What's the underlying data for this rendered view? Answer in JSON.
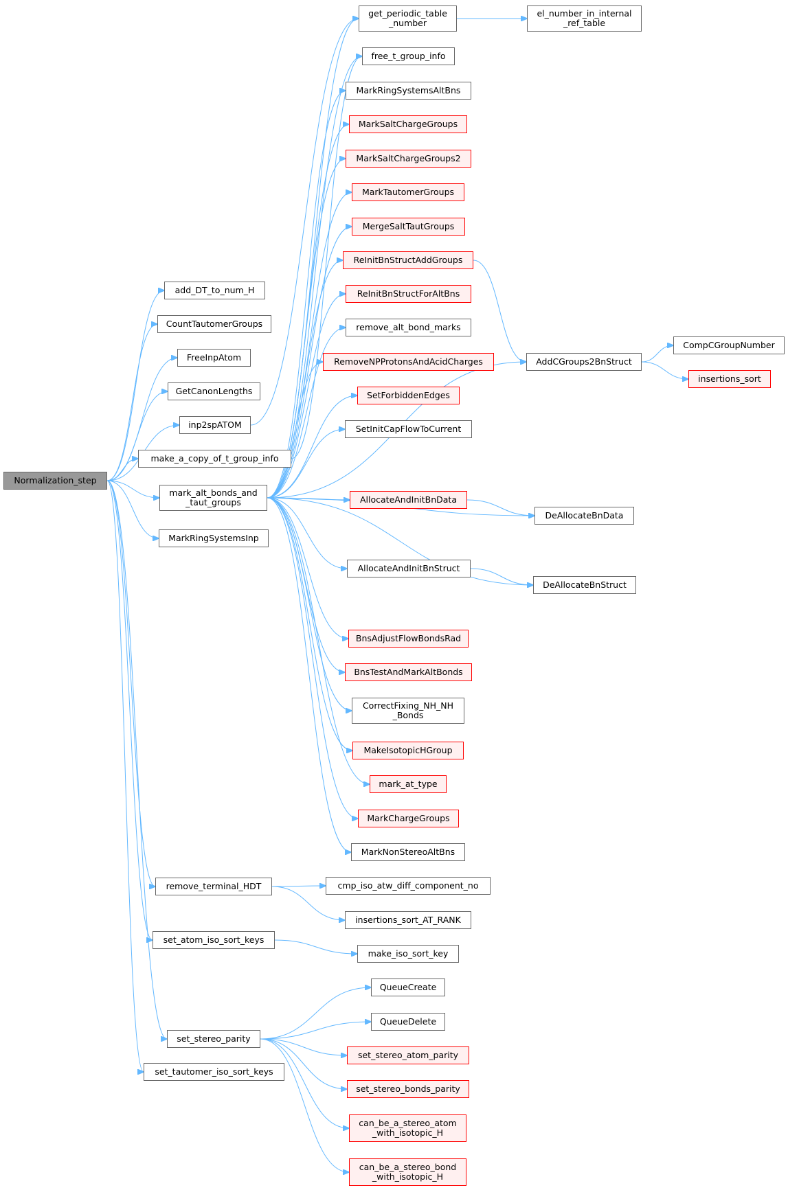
{
  "diagram": {
    "type": "call-graph",
    "colors": {
      "edge": "#63b8ff",
      "node_border": "#666666",
      "truncated_border": "#ff0000",
      "truncated_fill": "#fff0f0",
      "root_fill": "#999999"
    },
    "nodes": [
      {
        "id": "root",
        "label": "Normalization_step",
        "kind": "root"
      },
      {
        "id": "add_dt",
        "label": "add_DT_to_num_H",
        "kind": "normal"
      },
      {
        "id": "count_taut",
        "label": "CountTautomerGroups",
        "kind": "normal"
      },
      {
        "id": "free_inp",
        "label": "FreeInpAtom",
        "kind": "normal"
      },
      {
        "id": "get_canon",
        "label": "GetCanonLengths",
        "kind": "normal"
      },
      {
        "id": "inp2sp",
        "label": "inp2spATOM",
        "kind": "normal"
      },
      {
        "id": "make_copy",
        "label": "make_a_copy_of_t_group_info",
        "kind": "normal"
      },
      {
        "id": "mark_alt",
        "label": "mark_alt_bonds_and\n_taut_groups",
        "kind": "normal"
      },
      {
        "id": "mark_ring_inp",
        "label": "MarkRingSystemsInp",
        "kind": "normal"
      },
      {
        "id": "remove_hdt",
        "label": "remove_terminal_HDT",
        "kind": "normal"
      },
      {
        "id": "set_atom_iso",
        "label": "set_atom_iso_sort_keys",
        "kind": "normal"
      },
      {
        "id": "set_stereo",
        "label": "set_stereo_parity",
        "kind": "normal"
      },
      {
        "id": "set_taut_iso",
        "label": "set_tautomer_iso_sort_keys",
        "kind": "normal"
      },
      {
        "id": "get_periodic",
        "label": "get_periodic_table\n_number",
        "kind": "normal"
      },
      {
        "id": "el_number",
        "label": "el_number_in_internal\n_ref_table",
        "kind": "normal"
      },
      {
        "id": "free_t_group",
        "label": "free_t_group_info",
        "kind": "normal"
      },
      {
        "id": "mark_ring_alt",
        "label": "MarkRingSystemsAltBns",
        "kind": "normal"
      },
      {
        "id": "mark_salt",
        "label": "MarkSaltChargeGroups",
        "kind": "truncated"
      },
      {
        "id": "mark_salt2",
        "label": "MarkSaltChargeGroups2",
        "kind": "truncated"
      },
      {
        "id": "mark_taut",
        "label": "MarkTautomerGroups",
        "kind": "truncated"
      },
      {
        "id": "merge_salt",
        "label": "MergeSaltTautGroups",
        "kind": "truncated"
      },
      {
        "id": "reinit_add",
        "label": "ReInitBnStructAddGroups",
        "kind": "truncated"
      },
      {
        "id": "reinit_alt",
        "label": "ReInitBnStructForAltBns",
        "kind": "truncated"
      },
      {
        "id": "remove_alt",
        "label": "remove_alt_bond_marks",
        "kind": "normal"
      },
      {
        "id": "remove_np",
        "label": "RemoveNPProtonsAndAcidCharges",
        "kind": "truncated"
      },
      {
        "id": "set_forbidden",
        "label": "SetForbiddenEdges",
        "kind": "truncated"
      },
      {
        "id": "set_init_cap",
        "label": "SetInitCapFlowToCurrent",
        "kind": "normal"
      },
      {
        "id": "alloc_data",
        "label": "AllocateAndInitBnData",
        "kind": "truncated"
      },
      {
        "id": "alloc_struct",
        "label": "AllocateAndInitBnStruct",
        "kind": "normal"
      },
      {
        "id": "bns_adjust",
        "label": "BnsAdjustFlowBondsRad",
        "kind": "truncated"
      },
      {
        "id": "bns_test",
        "label": "BnsTestAndMarkAltBonds",
        "kind": "truncated"
      },
      {
        "id": "correct_fix",
        "label": "CorrectFixing_NH_NH\n_Bonds",
        "kind": "normal"
      },
      {
        "id": "make_iso_h",
        "label": "MakeIsotopicHGroup",
        "kind": "truncated"
      },
      {
        "id": "mark_at_type",
        "label": "mark_at_type",
        "kind": "truncated"
      },
      {
        "id": "mark_charge",
        "label": "MarkChargeGroups",
        "kind": "truncated"
      },
      {
        "id": "mark_nonstereo",
        "label": "MarkNonStereoAltBns",
        "kind": "normal"
      },
      {
        "id": "add_cgroups",
        "label": "AddCGroups2BnStruct",
        "kind": "normal"
      },
      {
        "id": "comp_cgroup",
        "label": "CompCGroupNumber",
        "kind": "normal"
      },
      {
        "id": "ins_sort",
        "label": "insertions_sort",
        "kind": "truncated"
      },
      {
        "id": "dealloc_data",
        "label": "DeAllocateBnData",
        "kind": "normal"
      },
      {
        "id": "dealloc_struct",
        "label": "DeAllocateBnStruct",
        "kind": "normal"
      },
      {
        "id": "cmp_iso",
        "label": "cmp_iso_atw_diff_component_no",
        "kind": "normal"
      },
      {
        "id": "ins_sort_rank",
        "label": "insertions_sort_AT_RANK",
        "kind": "normal"
      },
      {
        "id": "make_iso_key",
        "label": "make_iso_sort_key",
        "kind": "normal"
      },
      {
        "id": "queue_create",
        "label": "QueueCreate",
        "kind": "normal"
      },
      {
        "id": "queue_delete",
        "label": "QueueDelete",
        "kind": "normal"
      },
      {
        "id": "set_stereo_atom",
        "label": "set_stereo_atom_parity",
        "kind": "truncated"
      },
      {
        "id": "set_stereo_bonds",
        "label": "set_stereo_bonds_parity",
        "kind": "truncated"
      },
      {
        "id": "can_atom",
        "label": "can_be_a_stereo_atom\n_with_isotopic_H",
        "kind": "truncated"
      },
      {
        "id": "can_bond",
        "label": "can_be_a_stereo_bond\n_with_isotopic_H",
        "kind": "truncated"
      }
    ],
    "edges": [
      [
        "root",
        "add_dt"
      ],
      [
        "root",
        "count_taut"
      ],
      [
        "root",
        "free_inp"
      ],
      [
        "root",
        "get_canon"
      ],
      [
        "root",
        "inp2sp"
      ],
      [
        "root",
        "make_copy"
      ],
      [
        "root",
        "mark_alt"
      ],
      [
        "root",
        "mark_ring_inp"
      ],
      [
        "root",
        "remove_hdt"
      ],
      [
        "root",
        "set_atom_iso"
      ],
      [
        "root",
        "set_stereo"
      ],
      [
        "root",
        "set_taut_iso"
      ],
      [
        "inp2sp",
        "get_periodic"
      ],
      [
        "get_periodic",
        "el_number"
      ],
      [
        "make_copy",
        "free_t_group"
      ],
      [
        "mark_alt",
        "get_periodic"
      ],
      [
        "mark_alt",
        "free_t_group"
      ],
      [
        "mark_alt",
        "mark_ring_alt"
      ],
      [
        "mark_alt",
        "mark_salt"
      ],
      [
        "mark_alt",
        "mark_salt2"
      ],
      [
        "mark_alt",
        "mark_taut"
      ],
      [
        "mark_alt",
        "merge_salt"
      ],
      [
        "mark_alt",
        "reinit_add"
      ],
      [
        "mark_alt",
        "reinit_alt"
      ],
      [
        "mark_alt",
        "remove_alt"
      ],
      [
        "mark_alt",
        "remove_np"
      ],
      [
        "mark_alt",
        "set_forbidden"
      ],
      [
        "mark_alt",
        "set_init_cap"
      ],
      [
        "mark_alt",
        "add_cgroups"
      ],
      [
        "mark_alt",
        "alloc_data"
      ],
      [
        "mark_alt",
        "dealloc_data"
      ],
      [
        "mark_alt",
        "alloc_struct"
      ],
      [
        "mark_alt",
        "dealloc_struct"
      ],
      [
        "mark_alt",
        "bns_adjust"
      ],
      [
        "mark_alt",
        "bns_test"
      ],
      [
        "mark_alt",
        "correct_fix"
      ],
      [
        "mark_alt",
        "make_iso_h"
      ],
      [
        "mark_alt",
        "mark_at_type"
      ],
      [
        "mark_alt",
        "mark_charge"
      ],
      [
        "mark_alt",
        "mark_nonstereo"
      ],
      [
        "reinit_add",
        "add_cgroups"
      ],
      [
        "add_cgroups",
        "comp_cgroup"
      ],
      [
        "add_cgroups",
        "ins_sort"
      ],
      [
        "alloc_data",
        "dealloc_data"
      ],
      [
        "alloc_struct",
        "dealloc_struct"
      ],
      [
        "remove_hdt",
        "cmp_iso"
      ],
      [
        "remove_hdt",
        "ins_sort_rank"
      ],
      [
        "set_atom_iso",
        "make_iso_key"
      ],
      [
        "set_stereo",
        "queue_create"
      ],
      [
        "set_stereo",
        "queue_delete"
      ],
      [
        "set_stereo",
        "set_stereo_atom"
      ],
      [
        "set_stereo",
        "set_stereo_bonds"
      ],
      [
        "set_stereo",
        "can_atom"
      ],
      [
        "set_stereo",
        "can_bond"
      ]
    ]
  }
}
